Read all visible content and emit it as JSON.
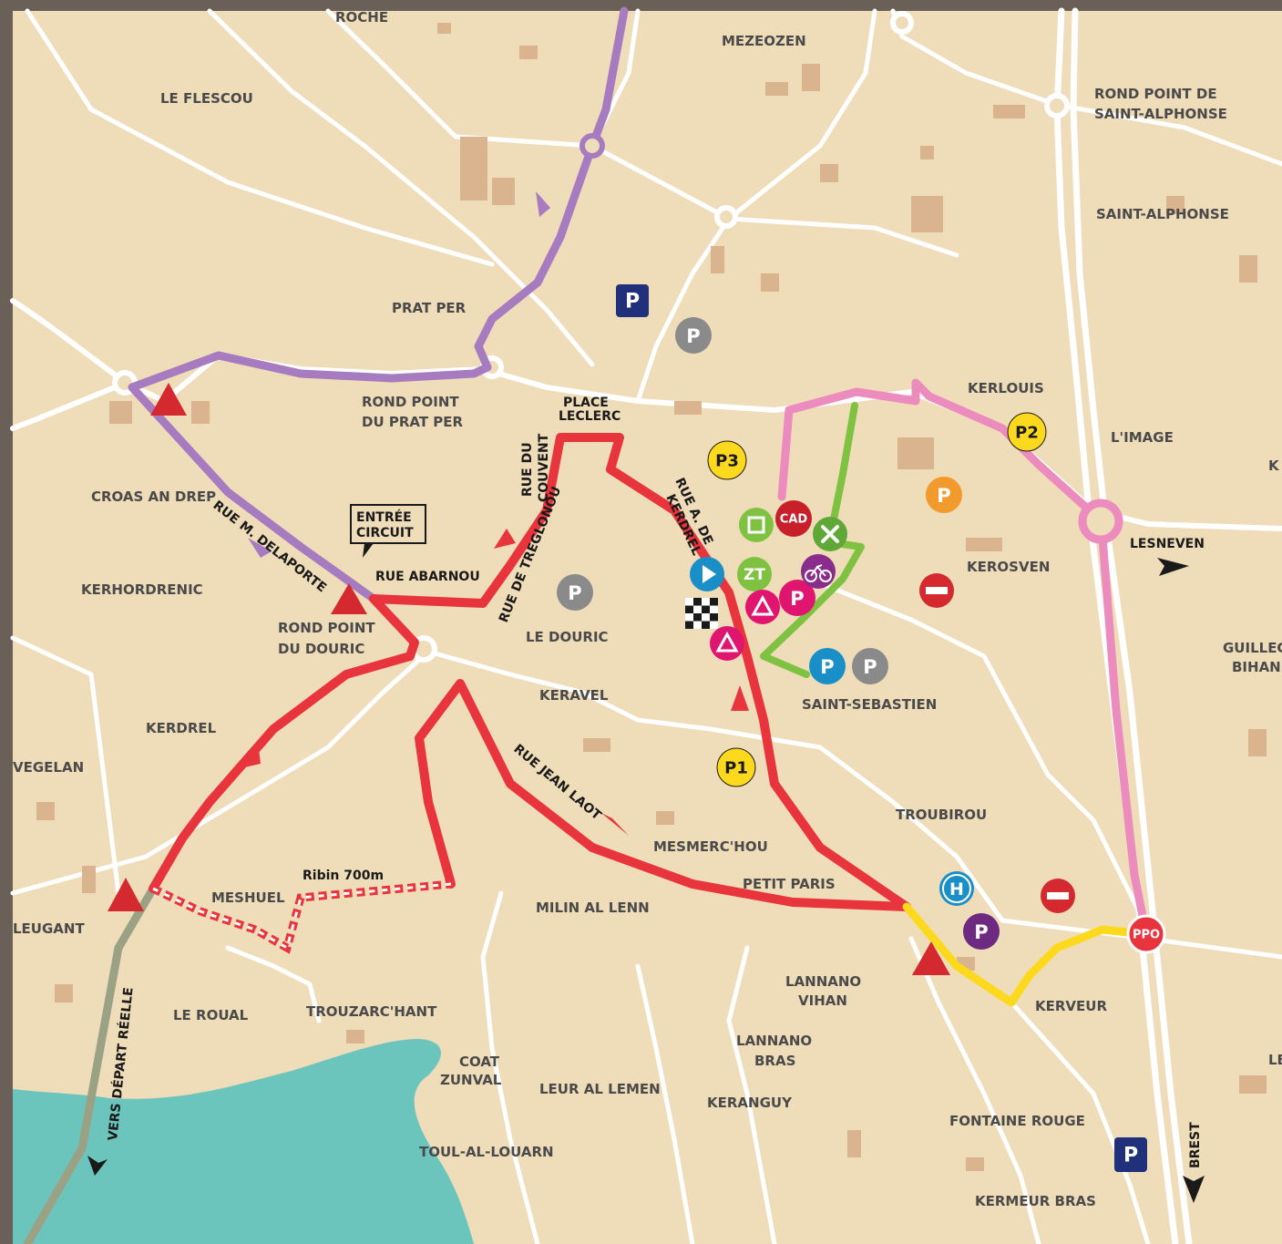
{
  "colors": {
    "land": "#efdcb8",
    "water": "#6cc5bd",
    "road": "#ffffff",
    "building": "#d9b48e",
    "red_circuit": "#e8343d",
    "purple_route": "#a77bc0",
    "pink_route": "#ec8bbd",
    "green_route": "#7fc241",
    "yellow_route": "#fcd91c",
    "grey_route": "#9aa185"
  },
  "places": {
    "roche": "ROCHE",
    "mezeozen": "MEZEOZEN",
    "le_flescou": "LE FLESCOU",
    "rp_saint_alphonse_1": "ROND POINT DE",
    "rp_saint_alphonse_2": "SAINT-ALPHONSE",
    "saint_alphonse": "SAINT-ALPHONSE",
    "prat_per": "PRAT PER",
    "rp_prat_per_1": "ROND POINT",
    "rp_prat_per_2": "DU PRAT PER",
    "place_leclerc_1": "PLACE",
    "place_leclerc_2": "LECLERC",
    "kerlouis": "KERLOUIS",
    "l_image": "L'IMAGE",
    "k_cut": "K",
    "croas_an_drep": "CROAS AN DREP",
    "kerhordrenic": "KERHORDRENIC",
    "rp_douric_1": "ROND POINT",
    "rp_douric_2": "DU DOURIC",
    "le_douric": "LE DOURIC",
    "kerosven": "KEROSVEN",
    "lesneven": "LESNEVEN",
    "guillec_1": "GUILLEC",
    "guillec_2": "BIHAN",
    "keravel": "KERAVEL",
    "saint_sebastien": "SAINT-SEBASTIEN",
    "kerdrel": "KERDREL",
    "vegelan": "VEGELAN",
    "troubirou": "TROUBIROU",
    "mesmerchou": "MESMERC'HOU",
    "petit_paris": "PETIT PARIS",
    "meshuel": "MESHUEL",
    "leugant": "LEUGANT",
    "milin_al_lenn": "MILIN AL LENN",
    "kerveur": "KERVEUR",
    "lannano_vihan_1": "LANNANO",
    "lannano_vihan_2": "VIHAN",
    "le_roual": "LE ROUAL",
    "trouzarchant": "TROUZARC'HANT",
    "lannano_bras_1": "LANNANO",
    "lannano_bras_2": "BRAS",
    "coat_zunval_1": "COAT",
    "coat_zunval_2": "ZUNVAL",
    "leur_al_lemen": "LEUR AL LEMEN",
    "keranguy": "KERANGUY",
    "fontaine_rouge": "FONTAINE ROUGE",
    "toul_al_louarn": "TOUL-AL-LOUARN",
    "kermeur_bras": "KERMEUR BRAS",
    "brest": "BREST",
    "le_cut": "LE"
  },
  "streets": {
    "rue_delaporte": "RUE M. DELAPORTE",
    "rue_abarnou": "RUE ABARNOU",
    "rue_du_couvent_1": "RUE DU",
    "rue_du_couvent_2": "COUVENT",
    "rue_de_treglonou": "RUE DE TREGLONOU",
    "rue_a_de_kerdrel_1": "RUE A. DE",
    "rue_a_de_kerdrel_2": "KERDREL",
    "rue_jean_laot": "RUE JEAN LAOT",
    "vers_depart_reelle": "VERS DÉPART RÉELLE"
  },
  "annotations": {
    "entree_circuit_1": "ENTRÉE",
    "entree_circuit_2": "CIRCUIT",
    "ribin": "Ribin 700m"
  },
  "icons": {
    "p_parking": "P",
    "p1": "P1",
    "p2": "P2",
    "p3": "P3",
    "cad": "CAD",
    "zt": "ZT",
    "ppo": "PPO",
    "h": "H"
  }
}
